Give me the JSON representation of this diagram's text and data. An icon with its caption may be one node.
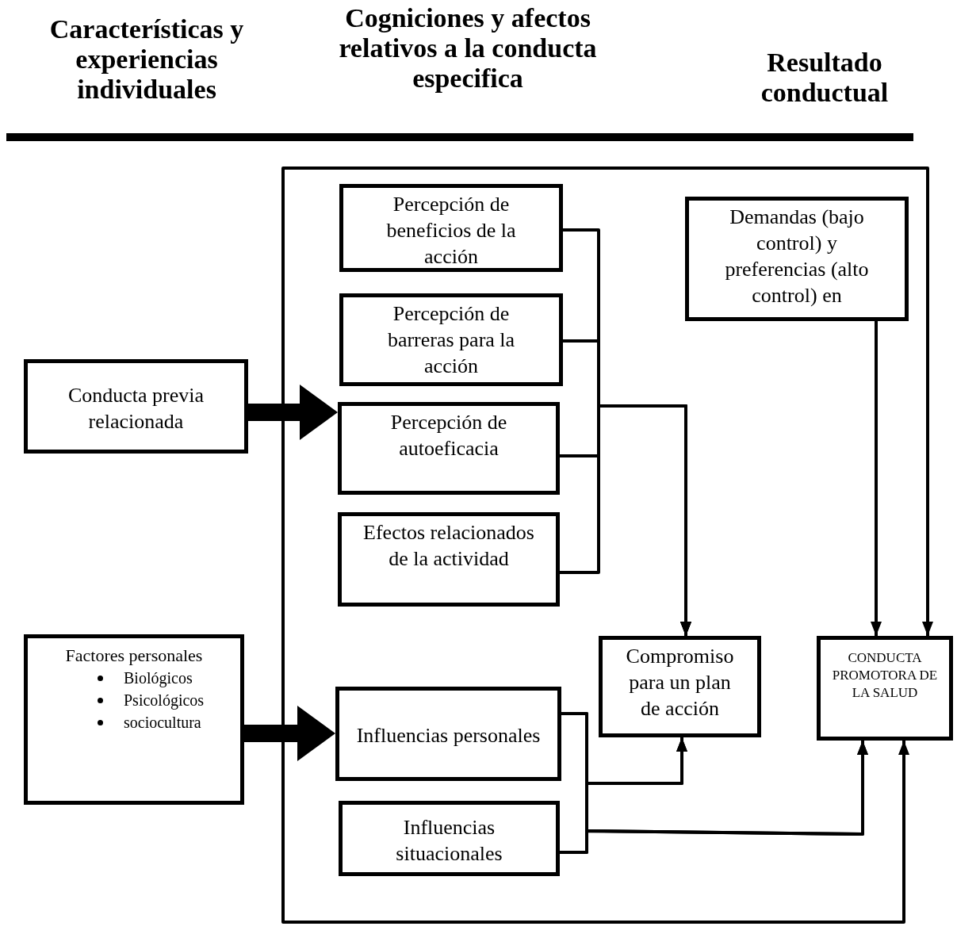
{
  "diagram": {
    "nodes": [
      {
        "text": [
          "Conducta previa relacionada"
        ]
      },
      {
        "text": [
          "Factores personales",
          "Biológicos",
          "Psicológicos",
          "sociocultura"
        ]
      },
      {
        "text": [
          "Percepción de beneficios de la acción"
        ]
      },
      {
        "text": [
          "Percepción de barreras para la acción"
        ]
      },
      {
        "text": [
          "Percepción de autoeficacia"
        ]
      },
      {
        "text": [
          "Efectos relacionados de la actividad"
        ]
      },
      {
        "text": [
          "Influencias personales"
        ]
      },
      {
        "text": [
          "Influencias situacionales"
        ]
      },
      {
        "text": [
          "Compromiso para un plan de acción"
        ]
      },
      {
        "text": [
          "Demandas (bajo control) y preferencias (alto control) en"
        ]
      },
      {
        "text": [
          "CONDUCTA PROMOTORA DE LA SALUD"
        ]
      }
    ],
    "edges": [
      {
        "from": 0,
        "to": 4,
        "arrow": "to",
        "style": "thick"
      },
      {
        "from": 1,
        "to": 6,
        "arrow": "to",
        "style": "thick"
      },
      {
        "from": 2,
        "to": 8,
        "arrow": "to"
      },
      {
        "from": 3,
        "to": 8,
        "arrow": "to"
      },
      {
        "from": 4,
        "to": 8,
        "arrow": "to"
      },
      {
        "from": 5,
        "to": 8,
        "arrow": "to"
      },
      {
        "from": 6,
        "to": 8,
        "arrow": "to"
      },
      {
        "from": 7,
        "to": 8,
        "arrow": "to"
      },
      {
        "from": 6,
        "to": 10,
        "arrow": "to"
      },
      {
        "from": 7,
        "to": 10,
        "arrow": "to"
      },
      {
        "from": 9,
        "to": 10,
        "arrow": "to"
      },
      {
        "from": null,
        "to": 10,
        "arrow": "to"
      },
      {
        "from": null,
        "to": 10,
        "arrow": "to"
      }
    ],
    "labels": [
      "Características y experiencias individuales",
      "Cogniciones y afectos relativos a la conducta especifica",
      "Resultado conductual"
    ]
  }
}
